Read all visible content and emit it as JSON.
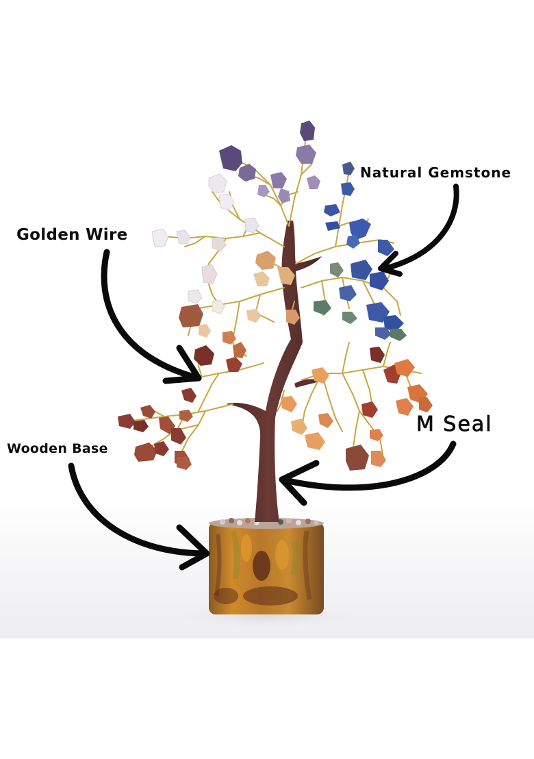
{
  "image": {
    "subject": "Gemstone tree on wooden base",
    "background_color": "#ffffff",
    "floor_shadow_color": "#eeeef1"
  },
  "callouts": [
    {
      "id": "natural-gemstone",
      "label": "Natural Gemstone",
      "target": "blue lapis gemstone chips",
      "arrow_direction": "down-left"
    },
    {
      "id": "golden-wire",
      "label": "Golden Wire",
      "target": "gold wire branches",
      "arrow_direction": "down-right"
    },
    {
      "id": "m-seal",
      "label": "M Seal",
      "target": "brown trunk",
      "arrow_direction": "left"
    },
    {
      "id": "wooden-base",
      "label": "Wooden Base",
      "target": "cylindrical wooden base",
      "arrow_direction": "right"
    }
  ],
  "colors": {
    "label_text": "#0d0d0d",
    "arrow": "#0a0a0a",
    "trunk": "#5a2f2c",
    "wire": "#c9a640",
    "amethyst": "#6b5a8e",
    "clear_quartz": "#e8e4ea",
    "lapis": "#3d5aa8",
    "aventurine": "#5d7c68",
    "citrine": "#e0b07a",
    "carnelian": "#d8753e",
    "red_jasper": "#8e3c32",
    "base_orange": "#c98a2a",
    "base_dark": "#6a3a1e",
    "base_green": "#8a8a2a"
  }
}
